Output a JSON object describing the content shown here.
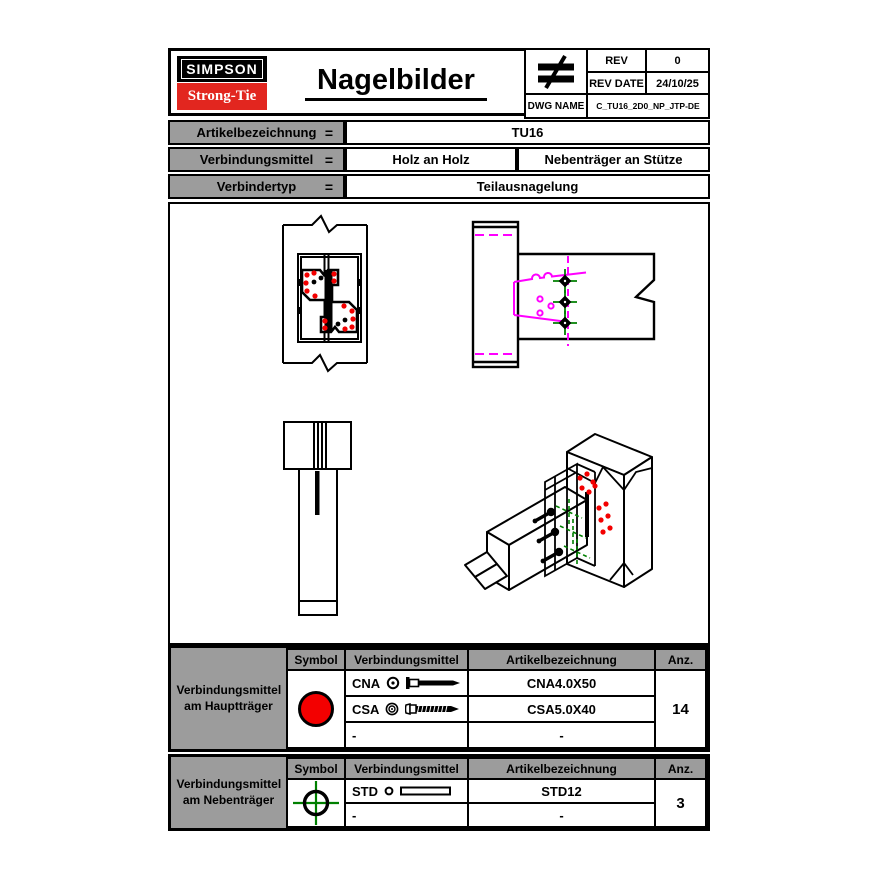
{
  "title_block": {
    "logo_line1": "SIMPSON",
    "logo_line2": "Strong-Tie",
    "title": "Nagelbilder",
    "rev_label": "REV",
    "rev_value": "0",
    "rev_date_label": "REV DATE",
    "rev_date_value": "24/10/25",
    "dwg_name_label": "DWG NAME",
    "dwg_name_value": "C_TU16_2D0_NP_JTP-DE"
  },
  "info_rows": [
    {
      "label": "Artikelbezeichnung",
      "eq": "=",
      "value": "TU16"
    },
    {
      "label": "Verbindungsmittel",
      "eq": "=",
      "value_left": "Holz an Holz",
      "value_right": "Nebenträger an Stütze"
    },
    {
      "label": "Verbindertyp",
      "eq": "=",
      "value": "Teilausnagelung"
    }
  ],
  "tables": [
    {
      "section": "Verbindungsmittel am Hauptträger",
      "symbol": "red-circle",
      "headers": {
        "symbol": "Symbol",
        "fastener": "Verbindungsmittel",
        "article": "Artikelbezeichnung",
        "qty": "Anz."
      },
      "rows": [
        {
          "code": "CNA",
          "icon": "nail",
          "article": "CNA4.0X50"
        },
        {
          "code": "CSA",
          "icon": "screw",
          "article": "CSA5.0X40"
        },
        {
          "code": "-",
          "icon": "",
          "article": "-"
        }
      ],
      "qty": "14"
    },
    {
      "section": "Verbindungsmittel am Nebenträger",
      "symbol": "green-crosshair",
      "headers": {
        "symbol": "Symbol",
        "fastener": "Verbindungsmittel",
        "article": "Artikelbezeichnung",
        "qty": "Anz."
      },
      "rows": [
        {
          "code": "STD",
          "icon": "dowel",
          "article": "STD12"
        },
        {
          "code": "-",
          "icon": "",
          "article": "-"
        }
      ],
      "qty": "3"
    }
  ],
  "colors": {
    "cell_gray": "#9c9c9c",
    "brand_red": "#e2261f",
    "nail_red": "#f30000",
    "hidden_magenta": "#ff00ff",
    "dowel_green": "#008000"
  }
}
